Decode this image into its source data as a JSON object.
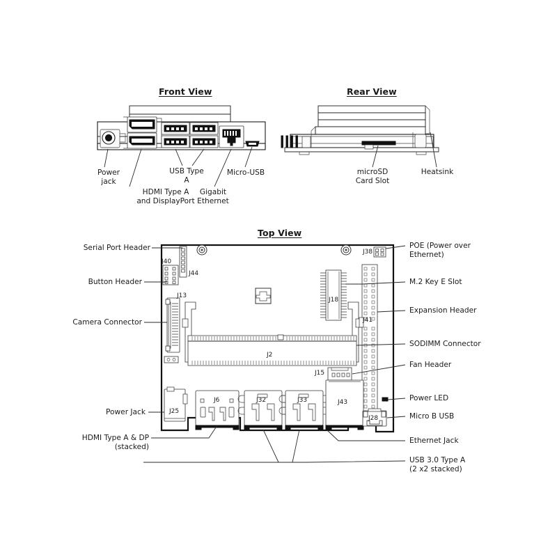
{
  "document": {
    "type": "technical-hardware-diagram",
    "subject": "Single board computer carrier board views"
  },
  "views": {
    "front": {
      "title": "Front View",
      "callouts": [
        {
          "id": "power-jack",
          "text": "Power\njack"
        },
        {
          "id": "hdmi-dp",
          "text": "HDMI Type A\nand DisplayPort"
        },
        {
          "id": "usb-type-a",
          "text": "USB Type\nA"
        },
        {
          "id": "gigabit-ethernet",
          "text": "Gigabit\nEthernet"
        },
        {
          "id": "micro-usb",
          "text": "Micro-USB"
        }
      ]
    },
    "rear": {
      "title": "Rear View",
      "callouts": [
        {
          "id": "microsd-card-slot",
          "text": "microSD\nCard Slot"
        },
        {
          "id": "heatsink",
          "text": "Heatsink"
        }
      ]
    },
    "top": {
      "title": "Top View",
      "callouts_left": [
        {
          "id": "serial-port-header",
          "text": "Serial Port Header"
        },
        {
          "id": "button-header",
          "text": "Button Header"
        },
        {
          "id": "camera-connector",
          "text": "Camera Connector"
        },
        {
          "id": "power-jack",
          "text": "Power Jack"
        },
        {
          "id": "hdmi-type-a-dp-stacked",
          "text": "HDMI Type A & DP\n(stacked)"
        }
      ],
      "callouts_right": [
        {
          "id": "poe",
          "text": "POE (Power over\nEthernet)"
        },
        {
          "id": "m2-key-e-slot",
          "text": "M.2 Key E Slot"
        },
        {
          "id": "expansion-header",
          "text": "Expansion Header"
        },
        {
          "id": "sodimm-connector",
          "text": "SODIMM Connector"
        },
        {
          "id": "fan-header",
          "text": "Fan Header"
        },
        {
          "id": "power-led",
          "text": "Power LED"
        },
        {
          "id": "micro-b-usb",
          "text": "Micro B USB"
        },
        {
          "id": "ethernet-jack",
          "text": "Ethernet Jack"
        },
        {
          "id": "usb-30-type-a",
          "text": "USB 3.0 Type A\n(2 x2 stacked)"
        }
      ],
      "refdes": [
        {
          "id": "j40",
          "text": "J40"
        },
        {
          "id": "j44",
          "text": "J44"
        },
        {
          "id": "j38",
          "text": "J38"
        },
        {
          "id": "j13",
          "text": "J13"
        },
        {
          "id": "j18",
          "text": "J18"
        },
        {
          "id": "j41",
          "text": "J41"
        },
        {
          "id": "j2",
          "text": "J2"
        },
        {
          "id": "j15",
          "text": "J15"
        },
        {
          "id": "j25",
          "text": "J25"
        },
        {
          "id": "j6",
          "text": "J6"
        },
        {
          "id": "j32",
          "text": "J32"
        },
        {
          "id": "j33",
          "text": "J33"
        },
        {
          "id": "j43",
          "text": "J43"
        },
        {
          "id": "j28",
          "text": "J28"
        }
      ]
    }
  },
  "colors": {
    "background": "#ffffff",
    "line": "#2a2a2a",
    "outline": "#1a1a1a",
    "text": "#1a1a1a"
  }
}
